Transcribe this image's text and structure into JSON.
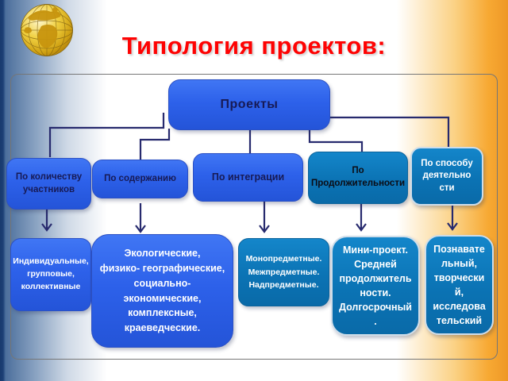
{
  "slide": {
    "title": "Типология проектов:"
  },
  "diagram": {
    "root": {
      "label": "Проекты"
    },
    "level2": [
      {
        "id": "by-participants",
        "label": "По количеству\nучастников"
      },
      {
        "id": "by-content",
        "label": "По содержанию"
      },
      {
        "id": "by-integration",
        "label": "По интеграции"
      },
      {
        "id": "by-duration",
        "label": "По\nПродолжительности"
      },
      {
        "id": "by-activity",
        "label": "По способу\nдеятельно\nсти"
      }
    ],
    "level3": [
      {
        "id": "participants-types",
        "label": "Индивидуальные,\nгрупповые,\nколлективные"
      },
      {
        "id": "content-types",
        "label": "Экологические,\nфизико- географические,\nсоциально- экономические,\nкомплексные, краеведческие."
      },
      {
        "id": "subject-types",
        "label": "Монопредметные.\nМежпредметные.\nНадпредметные."
      },
      {
        "id": "duration-types",
        "label": "Мини-проект.\nСредней\nпродолжитель\nности.\nДолгосрочный\n."
      },
      {
        "id": "activity-types",
        "label": "Познавате\nльный,\nтворчески\nй,\nисследова\nтельский"
      }
    ]
  },
  "colors": {
    "title_red": "#fe0303",
    "royal_blue": "#2d61ea",
    "teal_blue": "#0b73b4",
    "connector_navy": "#272a6e",
    "left_strip_blue": "#4c6f9c",
    "right_strip_orange": "#f7a933",
    "panel_border_gray": "#767676"
  },
  "icons": {
    "globe_logo": "gold wireframe globe"
  }
}
